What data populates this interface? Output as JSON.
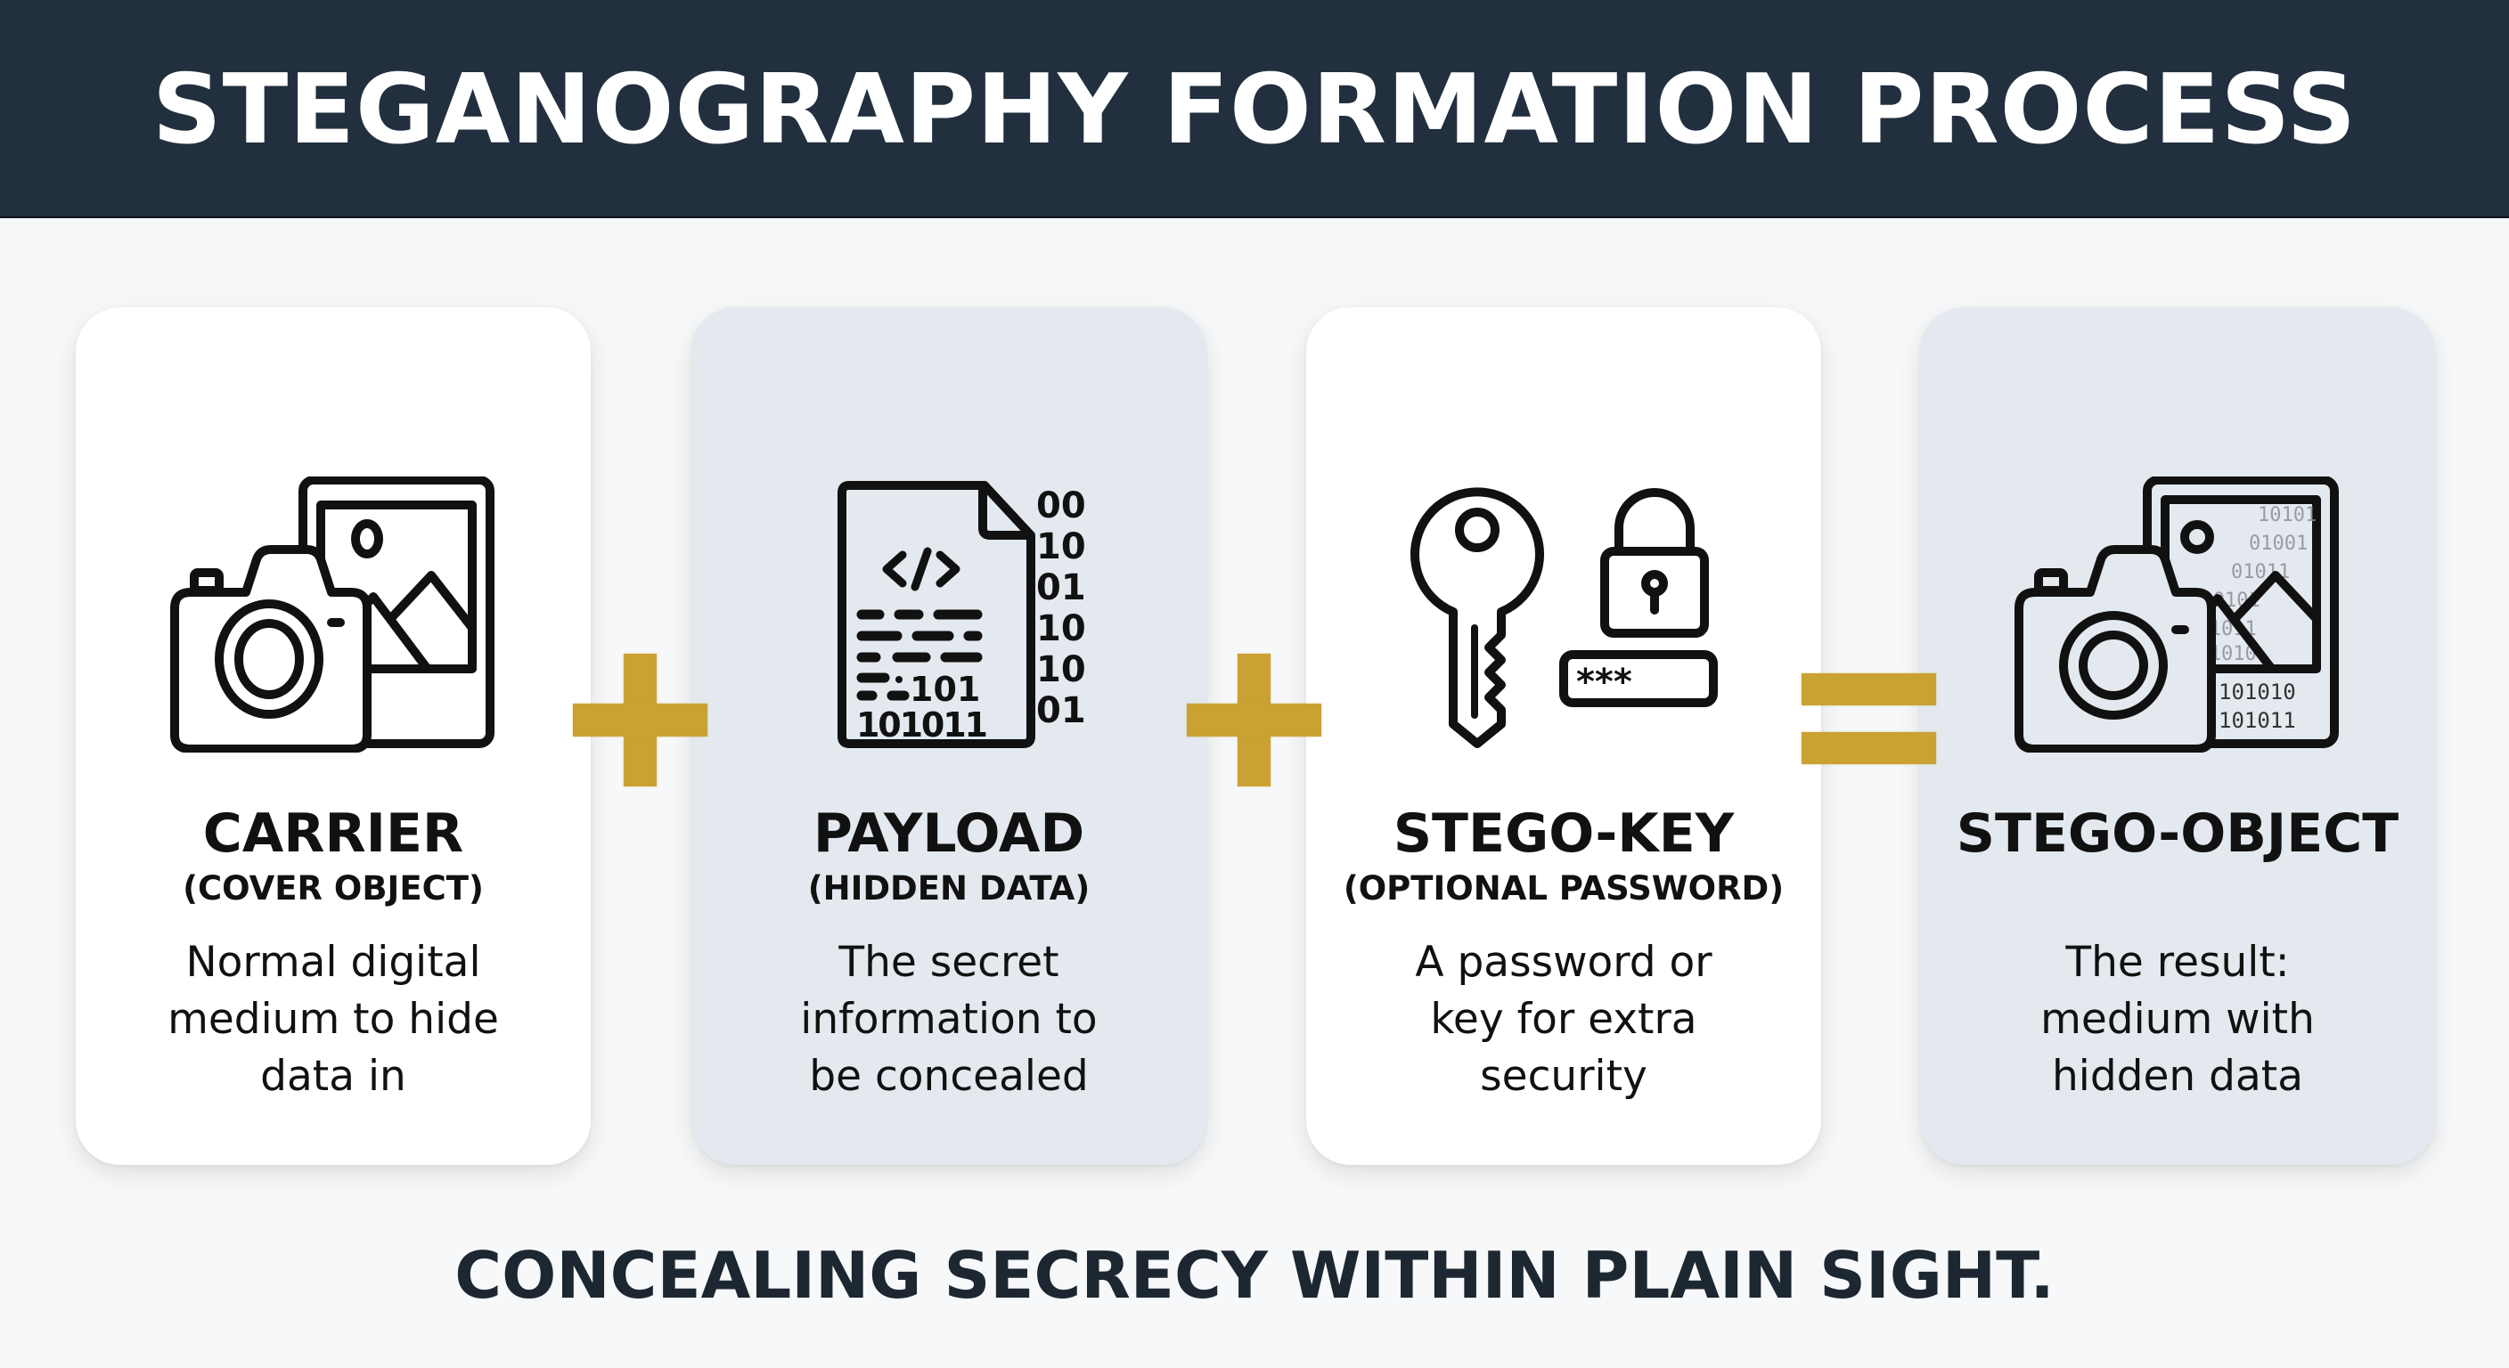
{
  "header": {
    "title": "STEGANOGRAPHY FORMATION PROCESS",
    "background_color": "#222f3e"
  },
  "accent_color": "#c9a233",
  "cards": [
    {
      "title": "CARRIER",
      "subtitle": "(COVER OBJECT)",
      "body": [
        "Normal digital",
        "medium to hide",
        "data in"
      ],
      "icon": "camera-with-photo-icon",
      "background": "#ffffff"
    },
    {
      "title": "PAYLOAD",
      "subtitle": "(HIDDEN DATA)",
      "body": [
        "The secret",
        "information to",
        "be concealed"
      ],
      "icon": "code-document-binary-icon",
      "background": "#e3e9ef",
      "icon_text": {
        "code_tag": "</>",
        "inline_bits": "101",
        "bottom_bits": "101011",
        "binary_column": [
          "00",
          "10",
          "01",
          "10",
          "10",
          "01"
        ]
      }
    },
    {
      "title": "STEGO-KEY",
      "subtitle": "(OPTIONAL PASSWORD)",
      "body": [
        "A password or",
        "key for extra",
        "security"
      ],
      "icon": "key-lock-password-icon",
      "background": "#ffffff",
      "icon_text": {
        "password_mask": "***"
      }
    },
    {
      "title": "STEGO-OBJECT",
      "subtitle": "",
      "body": [
        "The result:",
        "medium with",
        "hidden data"
      ],
      "icon": "camera-with-encoded-photo-icon",
      "background": "#e3e9ef",
      "icon_text": {
        "binary_rows": [
          "10101",
          "01001",
          "01011",
          "101010",
          "101011"
        ]
      }
    }
  ],
  "operators": [
    "+",
    "+",
    "="
  ],
  "tagline": "CONCEALING SECRECY WITHIN PLAIN SIGHT."
}
